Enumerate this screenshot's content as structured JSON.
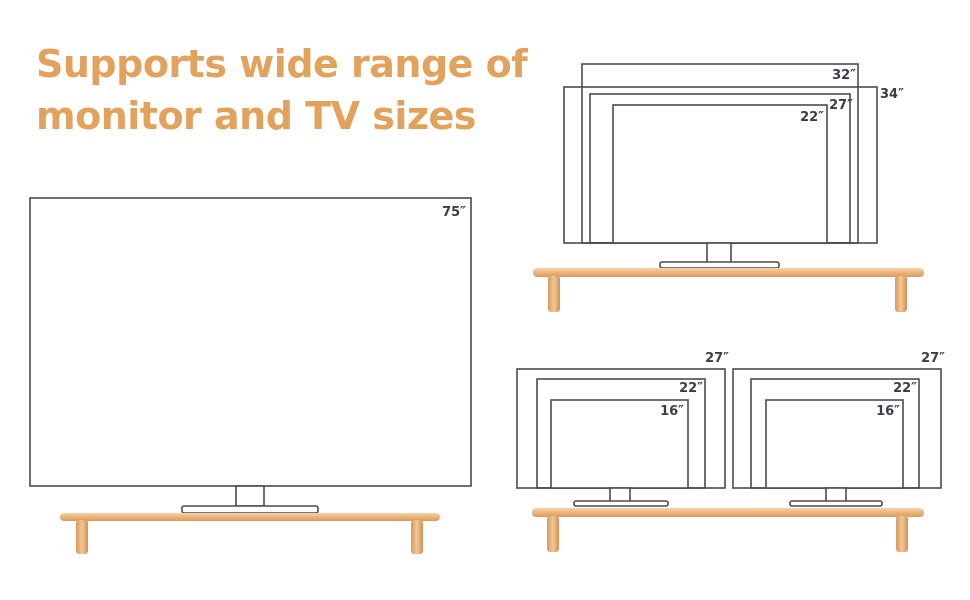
{
  "headline": {
    "line1": "Supports wide range of",
    "line2": "monitor and TV sizes"
  },
  "colors": {
    "headline": "#e3a25c",
    "outline": "#4a4a52",
    "wood": "#e9b07a",
    "wood_light": "#f3cc9c",
    "wood_dark": "#cf9057"
  },
  "scenes": {
    "large_tv": {
      "label": "75″"
    },
    "stacked_monitors": {
      "labels": [
        "32″",
        "34″",
        "27″",
        "22″"
      ]
    },
    "dual_left": {
      "labels": [
        "27″",
        "22″",
        "16″"
      ]
    },
    "dual_right": {
      "labels": [
        "27″",
        "22″",
        "16″"
      ]
    }
  }
}
